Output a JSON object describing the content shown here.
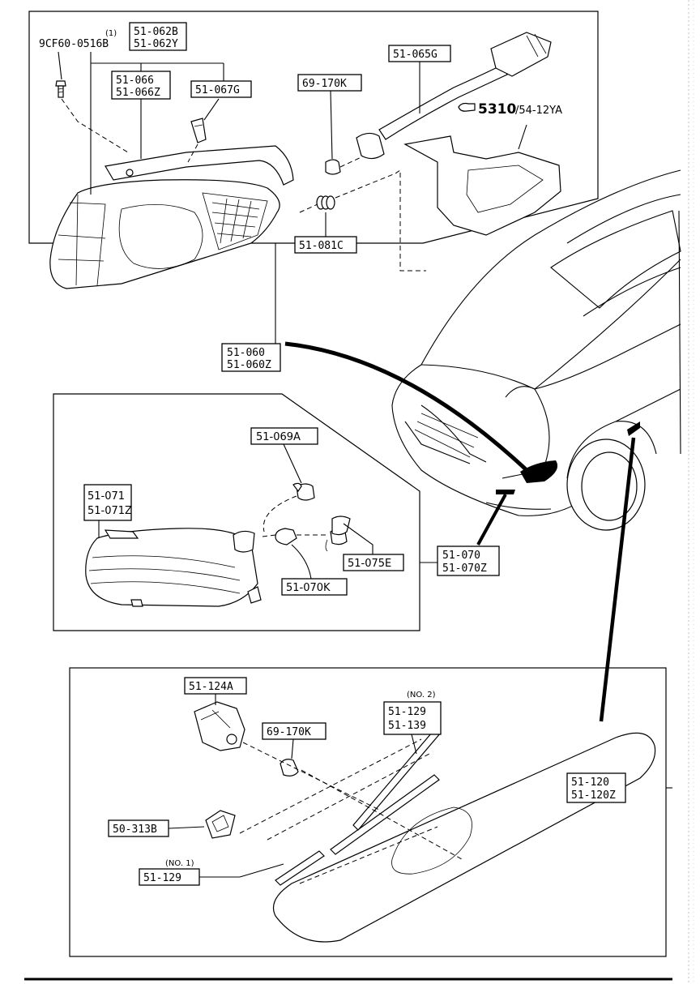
{
  "labels": {
    "qty_bolt": "(1)",
    "bolt": "9CF60-0516B",
    "corner_lamp_a": "51-062B",
    "corner_lamp_b": "51-062Y",
    "gasket_a": "51-066",
    "gasket_b": "51-066Z",
    "clip_upper": "51-067G",
    "bulb_upper": "69-170K",
    "socket_harness": "51-065G",
    "ref_number": "5310",
    "ref_page": "/54-12YA",
    "spring": "51-081C",
    "front_combo_a": "51-060",
    "front_combo_b": "51-060Z",
    "fog_socket": "51-069A",
    "fog_unit_a": "51-071",
    "fog_unit_b": "51-071Z",
    "fog_socket_b": "51-075E",
    "fog_bulb": "51-070K",
    "fog_assy_a": "51-070",
    "fog_assy_b": "51-070Z",
    "side_socket": "51-124A",
    "side_bulb": "69-170K",
    "qty_no2": "(NO. 2)",
    "strip_no2_a": "51-129",
    "strip_no2_b": "51-139",
    "side_gasket": "50-313B",
    "qty_no1": "(NO. 1)",
    "strip_no1": "51-129",
    "side_assy_a": "51-120",
    "side_assy_b": "51-120Z"
  },
  "icons": {
    "reference_arrow": "pointing-hand-icon"
  }
}
